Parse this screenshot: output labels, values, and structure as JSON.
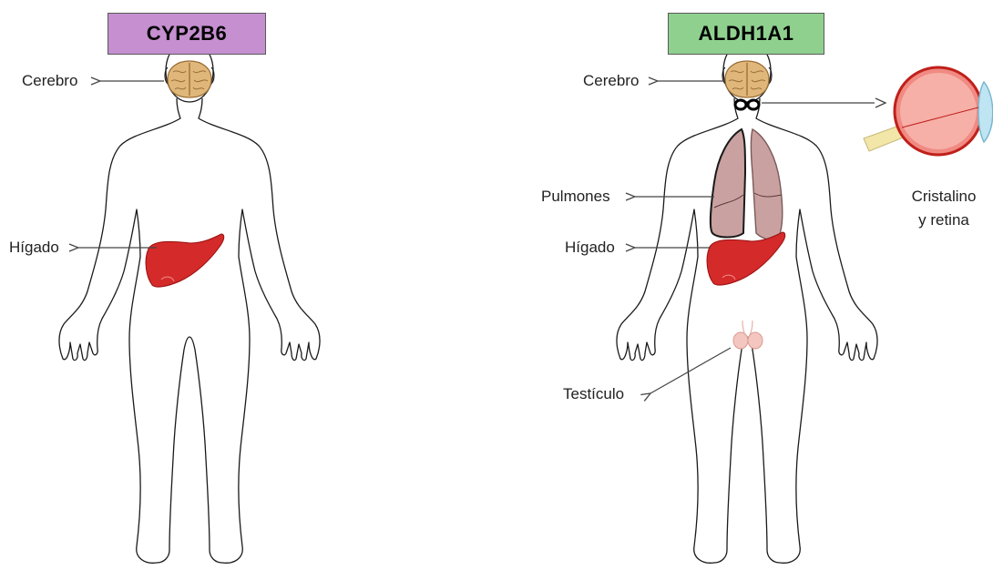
{
  "panels": [
    {
      "title": "CYP2B6",
      "title_color": "#c58fd0",
      "labels": {
        "brain": "Cerebro",
        "liver": "Hígado"
      }
    },
    {
      "title": "ALDH1A1",
      "title_color": "#8fd08f",
      "labels": {
        "brain": "Cerebro",
        "lungs": "Pulmones",
        "liver": "Hígado",
        "testis": "Testículo",
        "eye_line1": "Cristalino",
        "eye_line2": "y retina"
      }
    }
  ],
  "colors": {
    "body_outline": "#1a1a1a",
    "brain": "#e0b77a",
    "liver": "#d42a2a",
    "lungs": "#c9a1a0",
    "testis": "#f3c7c0",
    "eye": "#f08a82"
  }
}
